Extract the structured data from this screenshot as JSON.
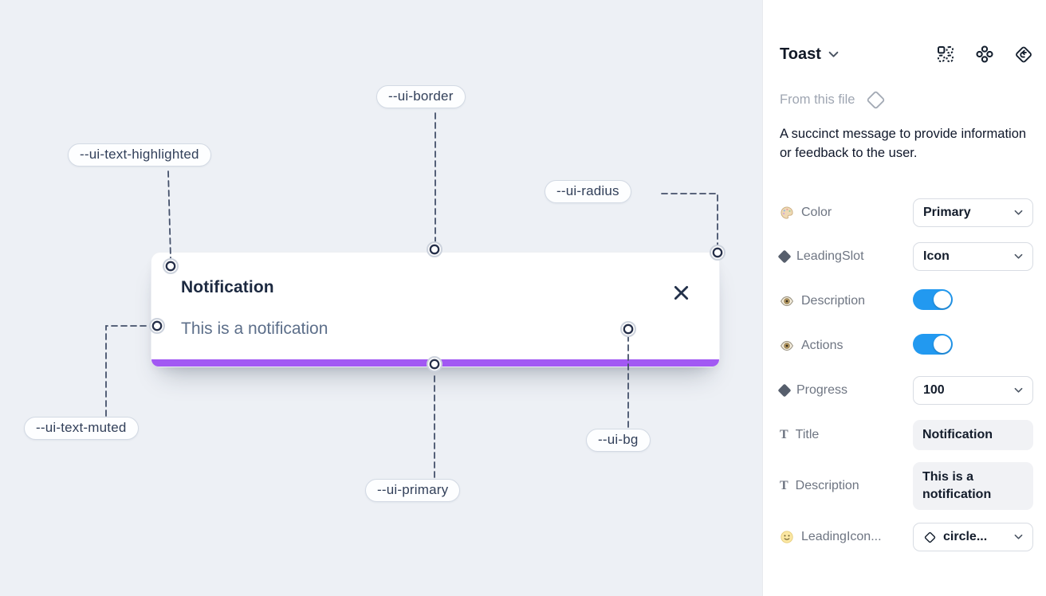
{
  "canvas": {
    "toast": {
      "title": "Notification",
      "description": "This is a notification",
      "close_icon": "x-close",
      "progress_bar": "ui-primary-bar"
    },
    "labels": [
      {
        "id": "ui-border",
        "text": "--ui-border"
      },
      {
        "id": "ui-text-highlighted",
        "text": "--ui-text-highlighted"
      },
      {
        "id": "ui-radius",
        "text": "--ui-radius"
      },
      {
        "id": "ui-text-muted",
        "text": "--ui-text-muted"
      },
      {
        "id": "ui-primary",
        "text": "--ui-primary"
      },
      {
        "id": "ui-bg",
        "text": "--ui-bg"
      }
    ]
  },
  "panel": {
    "title": "Toast",
    "title_chevron_icon": "chevron-down",
    "header_icons": [
      "swap-instance-icon",
      "components-icon",
      "reset-icon"
    ],
    "source_label": "From this file",
    "source_icon": "diamond-outline-icon",
    "description": "A succinct message to provide information or feedback to the user.",
    "rows": [
      {
        "icon": "palette-icon",
        "label": "Color",
        "control": "select",
        "value": "Primary"
      },
      {
        "icon": "diamond-icon",
        "label": "LeadingSlot",
        "control": "select",
        "value": "Icon"
      },
      {
        "icon": "eye-icon",
        "label": "Description",
        "control": "toggle",
        "value": "on"
      },
      {
        "icon": "eye-icon",
        "label": "Actions",
        "control": "toggle",
        "value": "on"
      },
      {
        "icon": "diamond-icon",
        "label": "Progress",
        "control": "select",
        "value": "100"
      },
      {
        "icon": "text-icon",
        "label": "Title",
        "control": "text",
        "value": "Notification"
      },
      {
        "icon": "text-icon",
        "label": "Description",
        "control": "text",
        "value": "This is a notification"
      },
      {
        "icon": "smiley-icon",
        "label": "LeadingIcon...",
        "control": "select",
        "value": "circle..."
      }
    ]
  },
  "colors": {
    "primary": "#a259f3",
    "toggle_on": "#2299f0",
    "canvas_bg": "#edf0f5"
  }
}
